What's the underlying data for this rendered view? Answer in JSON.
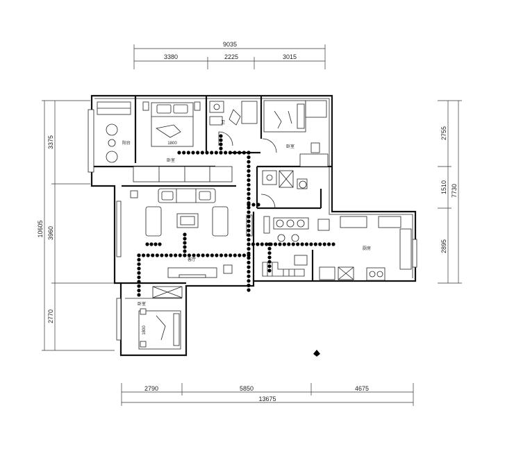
{
  "dimensions": {
    "top_total": "9035",
    "top_segments": [
      "3380",
      "2225",
      "3015"
    ],
    "bottom_total": "13675",
    "bottom_segments": [
      "2790",
      "5850",
      "4675"
    ],
    "left_total": "10605",
    "left_segments": [
      "3375",
      "3960",
      "2770"
    ],
    "right_total": "7730",
    "right_segments": [
      "2755",
      "1510",
      "2895"
    ]
  },
  "furniture_labels": {
    "bed_master": "1800",
    "bed_second": "1800"
  }
}
